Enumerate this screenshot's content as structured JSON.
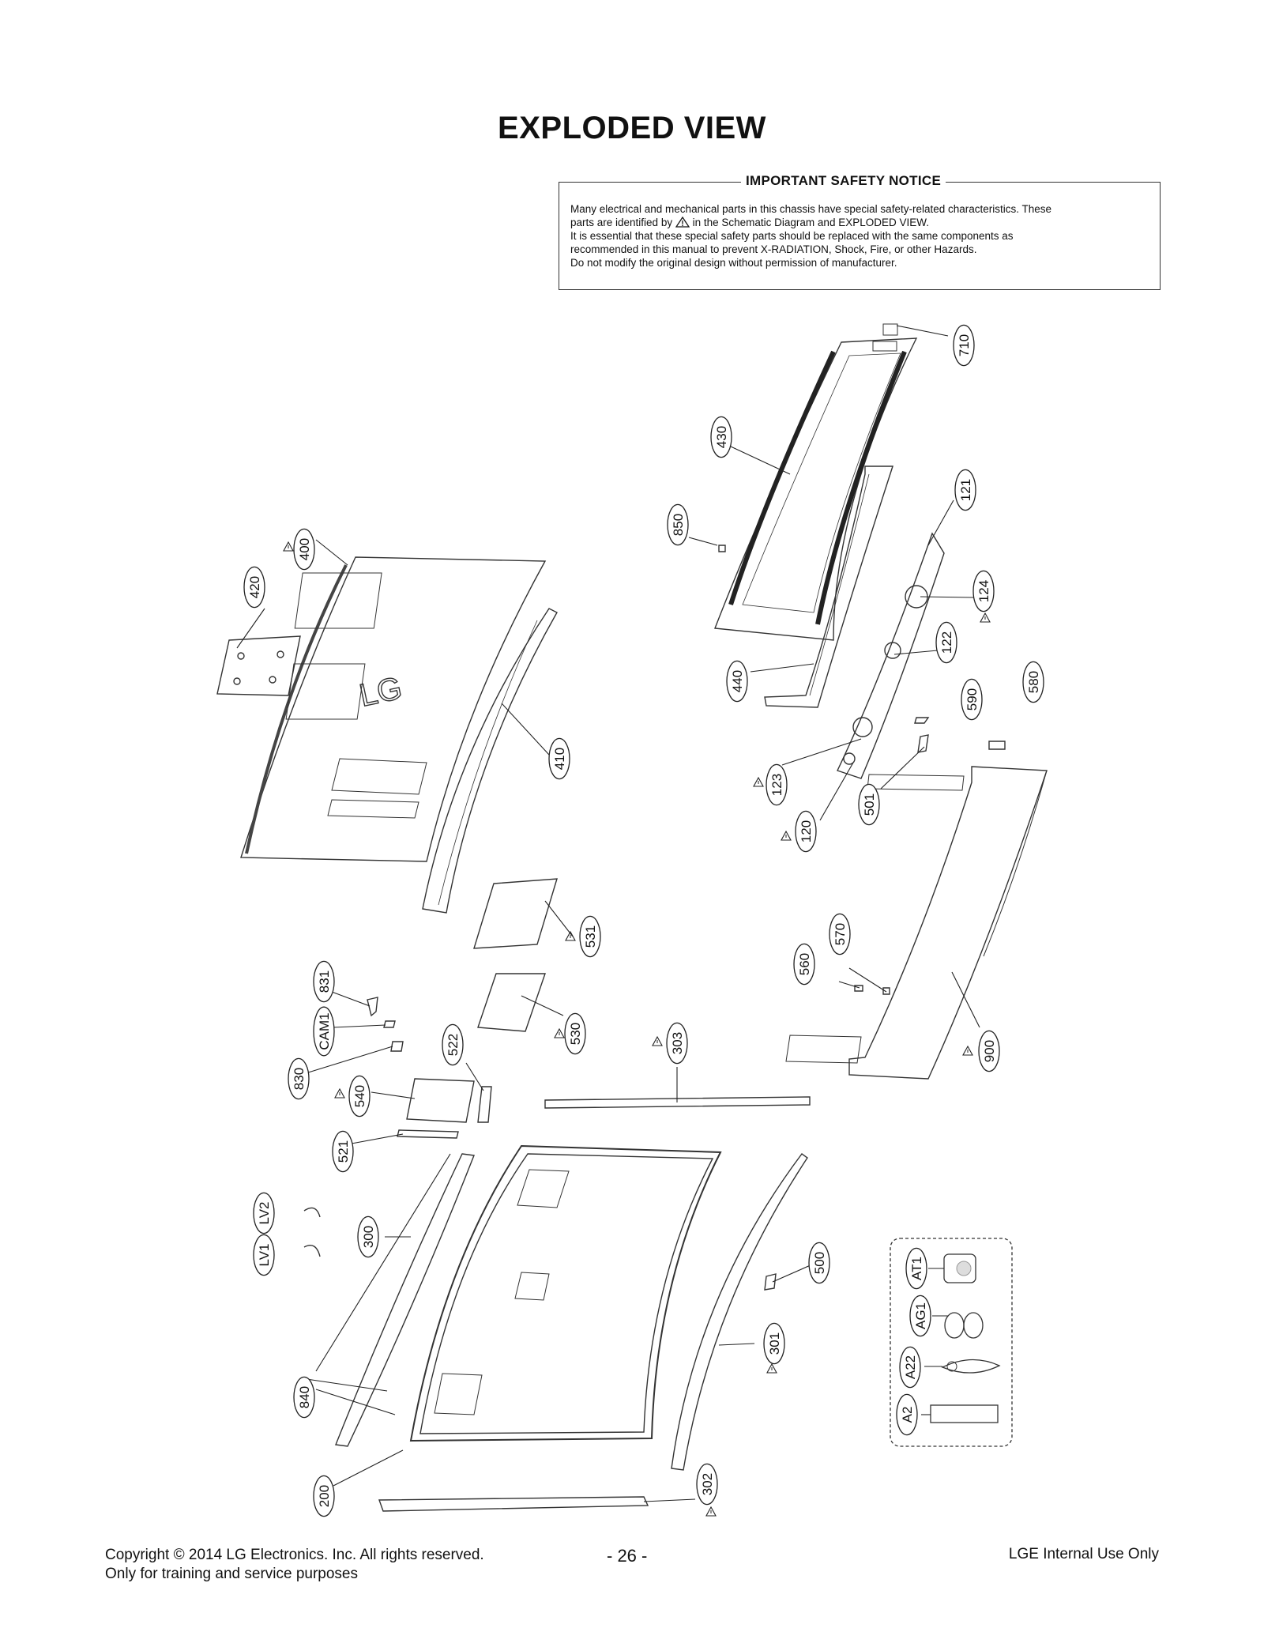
{
  "title": "EXPLODED VIEW",
  "safety_notice": {
    "heading": "IMPORTANT SAFETY NOTICE",
    "line1": "Many electrical and mechanical parts in this chassis have special safety-related characteristics. These",
    "line2_before": "parts are identified by",
    "line2_after": "in the Schematic Diagram and EXPLODED VIEW.",
    "line3": "It is essential that these special safety parts should be replaced with the same components as",
    "line4": "recommended in this manual to prevent X-RADIATION, Shock, Fire, or other Hazards.",
    "line5": "Do not modify the original design without permission of manufacturer."
  },
  "callouts": {
    "c710": "710",
    "c430": "430",
    "c850": "850",
    "c121": "121",
    "c124": "124",
    "c122": "122",
    "c440": "440",
    "c590": "590",
    "c580": "580",
    "c123": "123",
    "c120": "120",
    "c501": "501",
    "c400": "400",
    "c420": "420",
    "c410": "410",
    "c531": "531",
    "c570": "570",
    "c560": "560",
    "c900": "900",
    "c831": "831",
    "cCAM1": "CAM1",
    "c830": "830",
    "c522": "522",
    "c530": "530",
    "c303": "303",
    "c540": "540",
    "c521": "521",
    "cLV2": "LV2",
    "cLV1": "LV1",
    "c300": "300",
    "c500": "500",
    "c301": "301",
    "c840": "840",
    "c200": "200",
    "c302": "302",
    "cAT1": "AT1",
    "cAG1": "AG1",
    "cA22": "A22",
    "cA2": "A2"
  },
  "footer": {
    "copyright": "Copyright  © 2014 LG Electronics. Inc. All rights reserved.",
    "purpose": "Only for training and service purposes",
    "page_number": "- 26 -",
    "internal": "LGE Internal Use Only"
  }
}
